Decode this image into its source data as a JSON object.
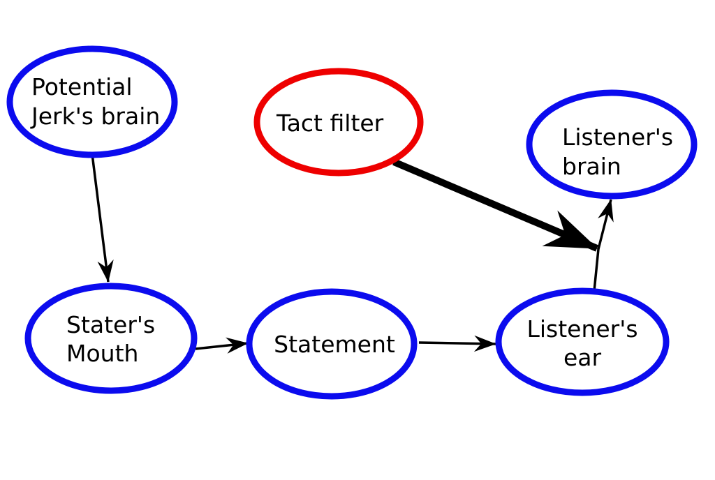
{
  "diagram": {
    "background_color": "#ffffff",
    "colors": {
      "blue_node_outline": "#0b0bee",
      "red_node_outline": "#ee0000",
      "arrow": "#000000",
      "text": "#000000"
    },
    "nodes": [
      {
        "id": "potential-jerks-brain",
        "label": "Potential Jerk's brain",
        "lines": [
          "Potential",
          "Jerk's brain"
        ],
        "outline": "blue"
      },
      {
        "id": "tact-filter",
        "label": "Tact filter",
        "lines": [
          "Tact filter"
        ],
        "outline": "red"
      },
      {
        "id": "listeners-brain",
        "label": "Listener's brain",
        "lines": [
          "Listener's",
          "brain"
        ],
        "outline": "blue"
      },
      {
        "id": "staters-mouth",
        "label": "Stater's Mouth",
        "lines": [
          "Stater's",
          "Mouth"
        ],
        "outline": "blue"
      },
      {
        "id": "statement",
        "label": "Statement",
        "lines": [
          "Statement"
        ],
        "outline": "blue"
      },
      {
        "id": "listeners-ear",
        "label": "Listener's ear",
        "lines": [
          "Listener's",
          "ear"
        ],
        "outline": "blue"
      }
    ],
    "edges": [
      {
        "from": "potential-jerks-brain",
        "to": "staters-mouth",
        "weight": "thin"
      },
      {
        "from": "staters-mouth",
        "to": "statement",
        "weight": "thin"
      },
      {
        "from": "statement",
        "to": "listeners-ear",
        "weight": "thin"
      },
      {
        "from": "listeners-ear",
        "to": "listeners-brain",
        "weight": "thin"
      },
      {
        "from": "tact-filter",
        "to": "midpoint of listeners-ear to listeners-brain arrow",
        "weight": "thick"
      }
    ]
  }
}
